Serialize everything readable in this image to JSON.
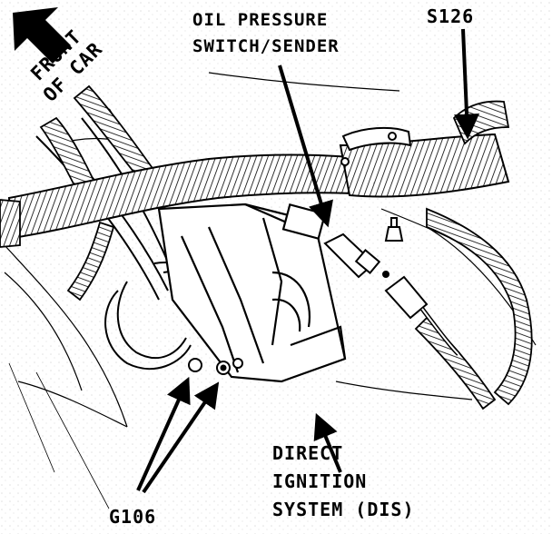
{
  "diagram": {
    "labels": {
      "front_of_car": [
        "FRONT",
        "OF CAR"
      ],
      "oil_pressure": [
        "OIL PRESSURE",
        "SWITCH/SENDER"
      ],
      "s126": "S126",
      "dis": [
        "DIRECT",
        "IGNITION",
        "SYSTEM (DIS)"
      ],
      "g106": "G106"
    },
    "colors": {
      "ink": "#000000",
      "paper": "#ffffff"
    }
  }
}
